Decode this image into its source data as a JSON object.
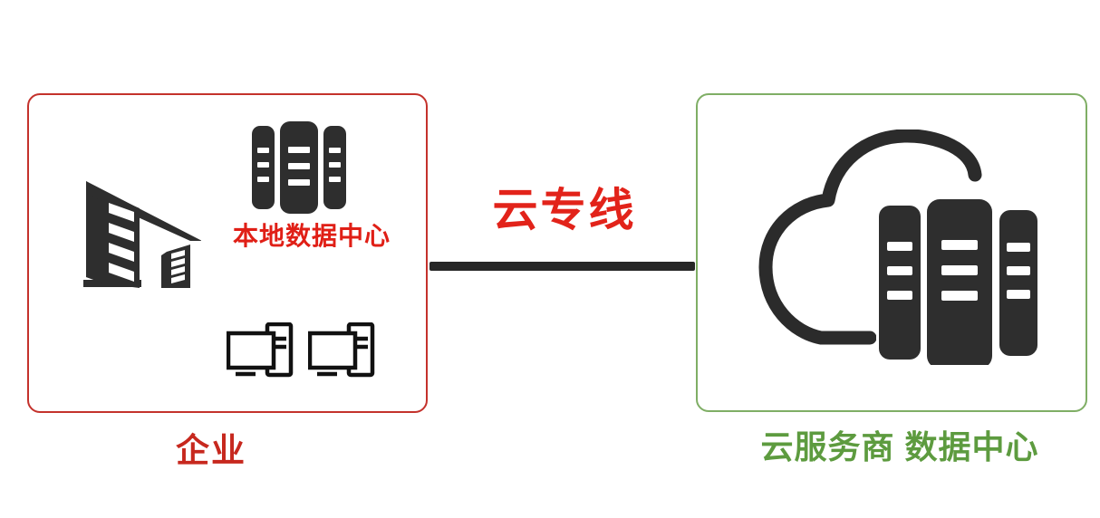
{
  "diagram": {
    "type": "network-architecture",
    "background_color": "#ffffff",
    "connection": {
      "label": "云专线",
      "label_color": "#e2231a",
      "line_color": "#262626"
    },
    "enterprise": {
      "caption": "企业",
      "caption_color": "#c7281e",
      "box_border_color": "#c4322c",
      "datacenter_label": "本地数据中心",
      "datacenter_label_color": "#e01f16",
      "icons": [
        "office-buildings",
        "server-rack",
        "desktop-computer",
        "desktop-computer"
      ]
    },
    "cloud_provider": {
      "caption": "云服务商 数据中心",
      "caption_color": "#5d9b3f",
      "box_border_color": "#7fae65",
      "icons": [
        "cloud-with-servers"
      ]
    },
    "icon_color": "#2e2e2e"
  }
}
